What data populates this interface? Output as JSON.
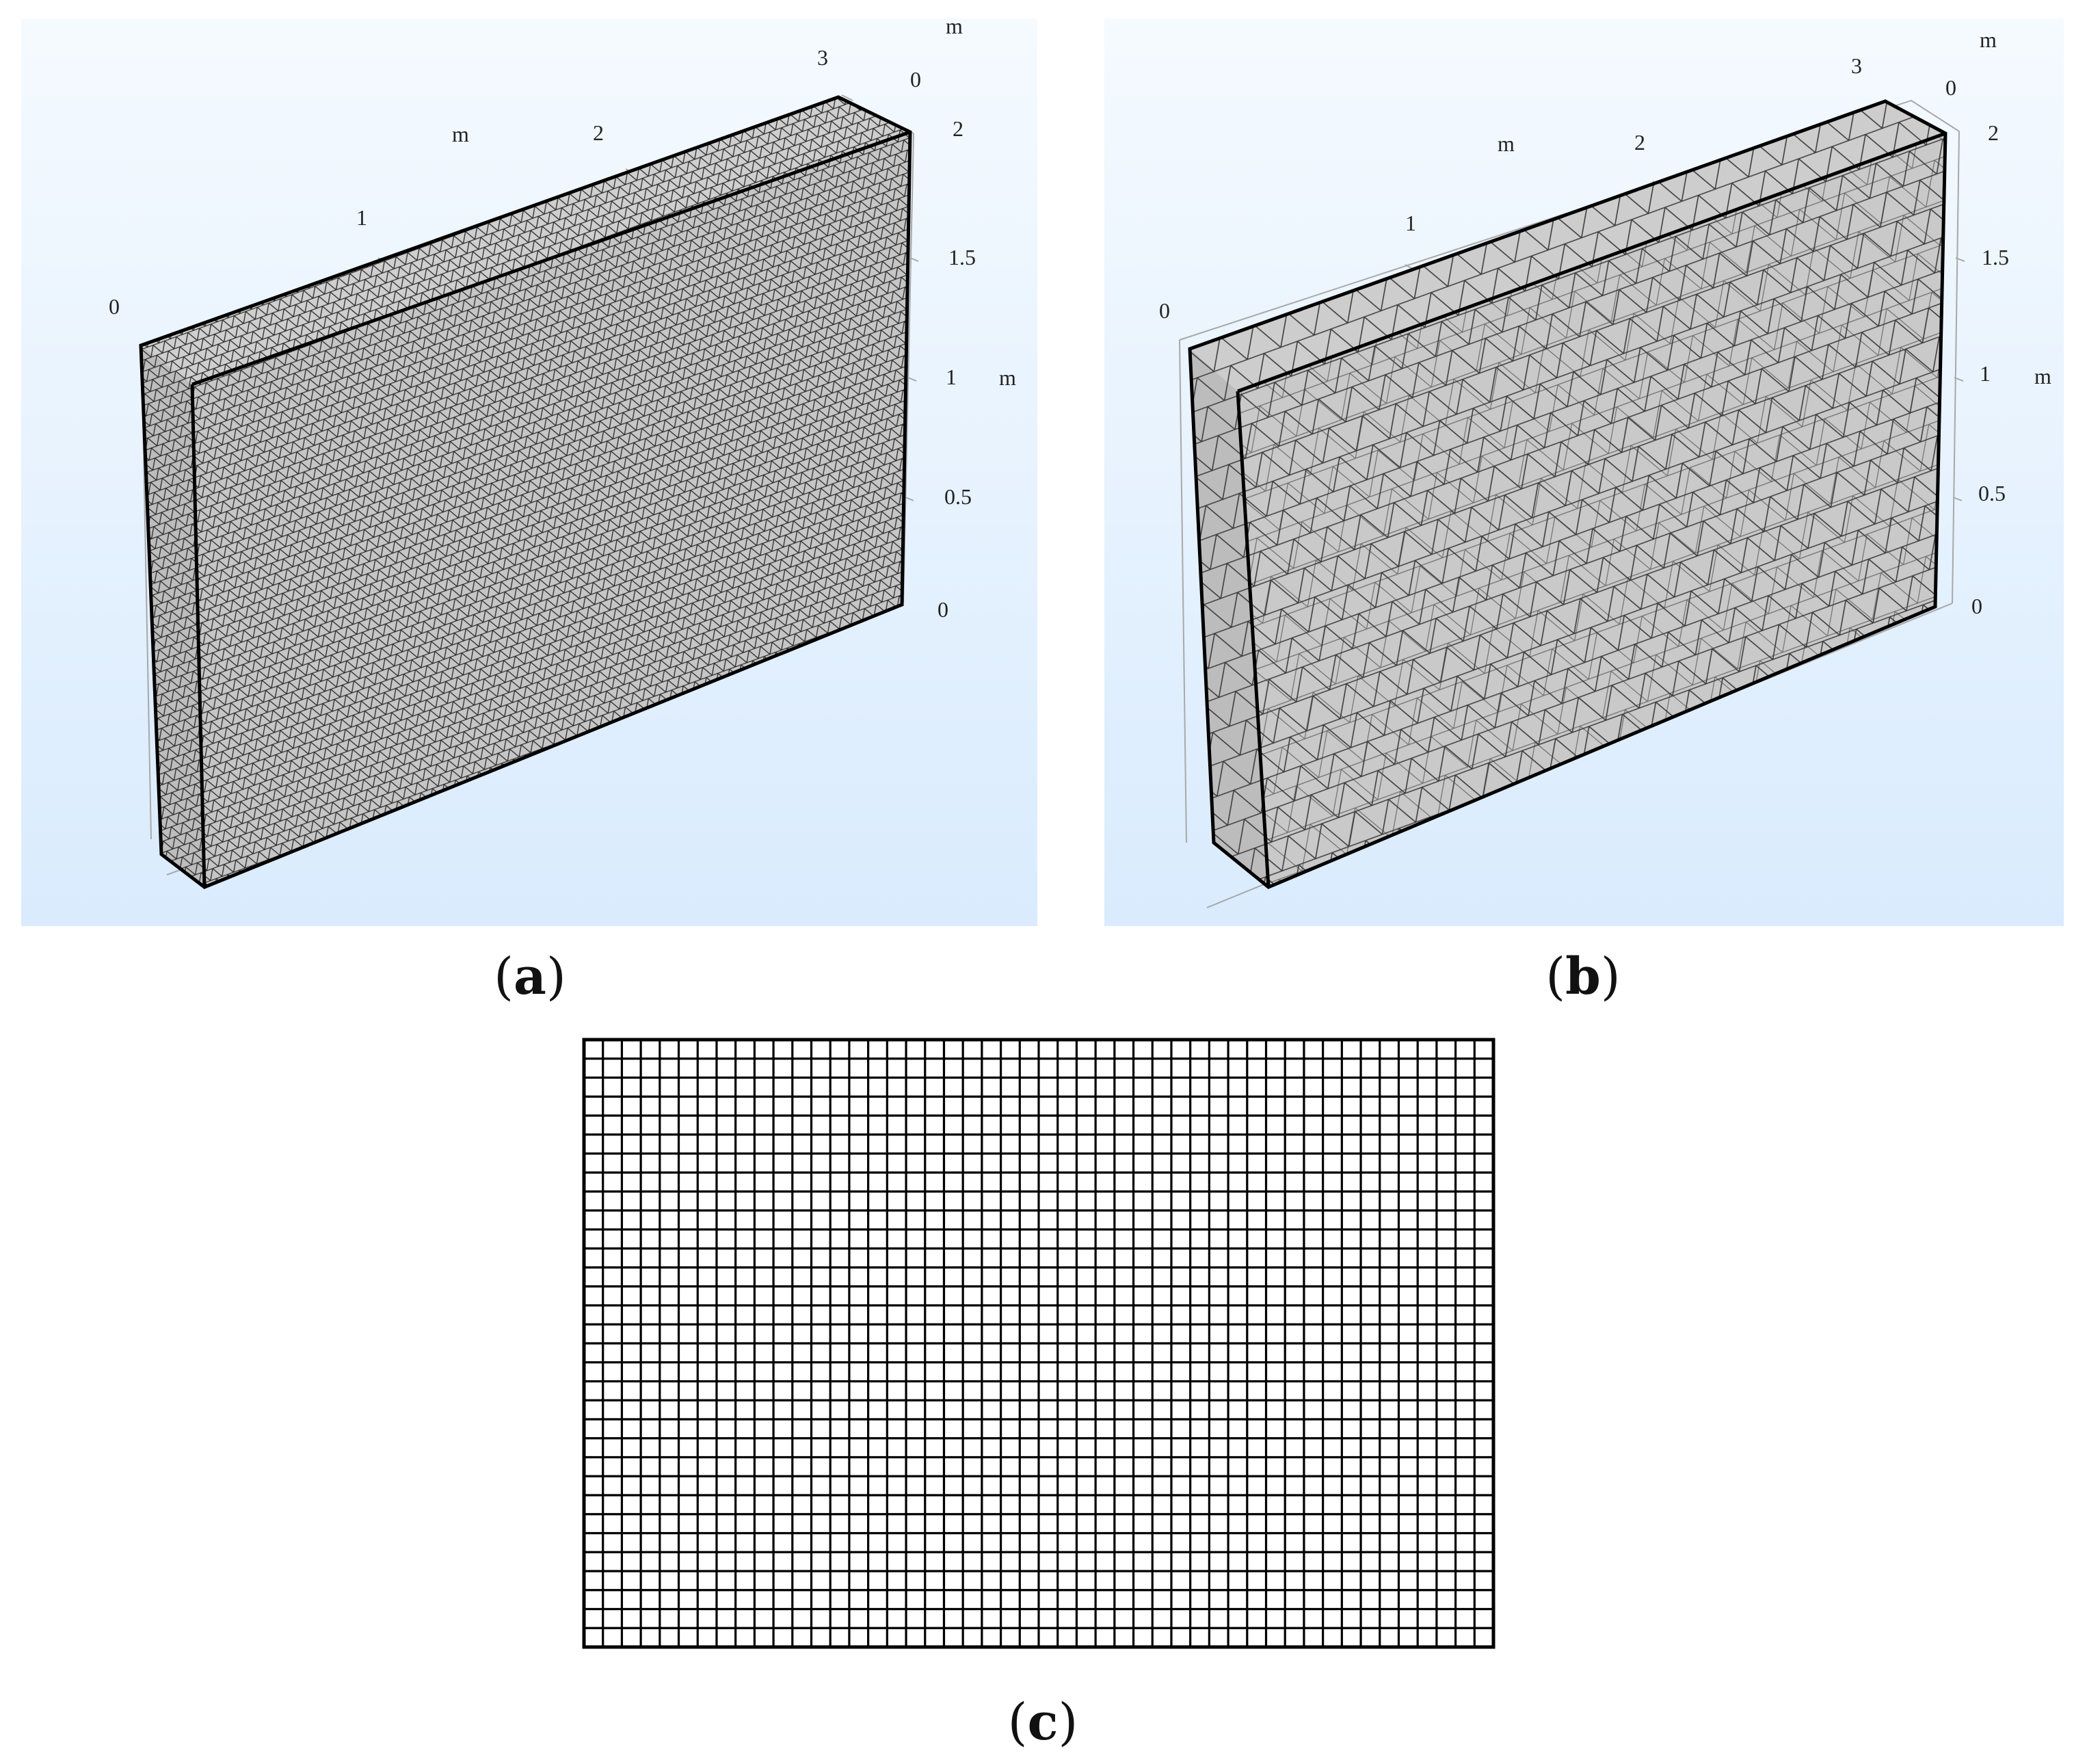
{
  "panels": {
    "a": {
      "caption_letter": "a",
      "axis": {
        "x_ticks": [
          "0",
          "1",
          "2",
          "3"
        ],
        "x_unit": "m",
        "y_ticks": [
          "0"
        ],
        "y_unit": "m",
        "z_ticks": [
          "0",
          "0.5",
          "1",
          "1.5",
          "2"
        ],
        "z_unit": "m"
      },
      "mesh": "fine-tetrahedral"
    },
    "b": {
      "caption_letter": "b",
      "axis": {
        "x_ticks": [
          "0",
          "1",
          "2",
          "3"
        ],
        "x_unit": "m",
        "y_ticks": [
          "0"
        ],
        "y_unit": "m",
        "z_ticks": [
          "0",
          "0.5",
          "1",
          "1.5",
          "2"
        ],
        "z_unit": "m"
      },
      "mesh": "coarse-tetrahedral"
    },
    "c": {
      "caption_letter": "c",
      "mesh": "structured-quad",
      "grid_columns": 48,
      "grid_rows": 32
    }
  },
  "colors": {
    "bg_top": "#f5faff",
    "bg_bottom": "#d9ebfd",
    "mesh_fine": "#2a2a2a",
    "mesh_coarse": "#3c3c3c",
    "face_fill": "#c8c8c8",
    "grid_line": "#000000"
  }
}
